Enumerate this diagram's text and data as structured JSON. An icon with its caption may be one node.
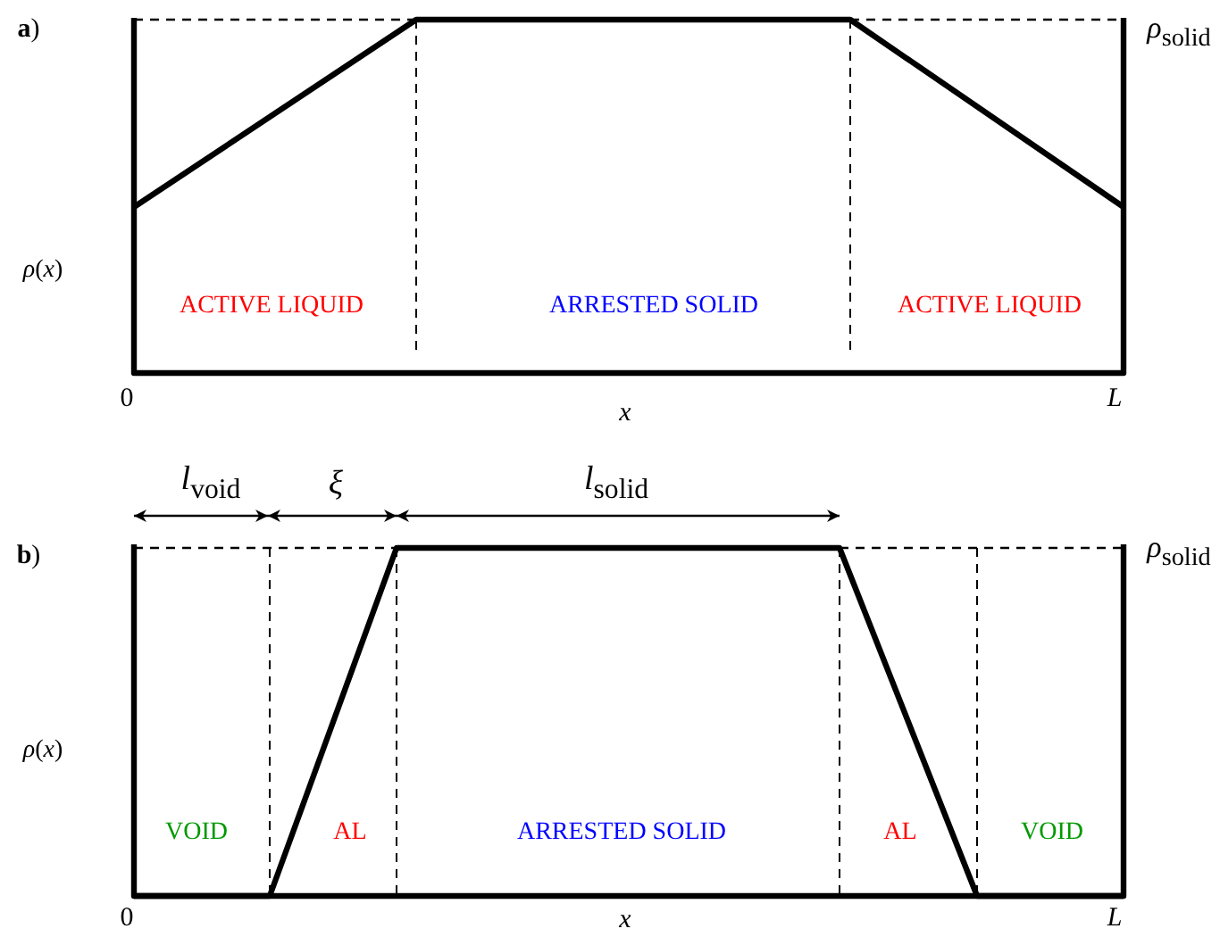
{
  "diagram": {
    "labels": [
      "**a**)",
      "*ρ*$_{solid}$",
      "*ρ*(*x*)",
      "ACTIVE LIQUID",
      "ARRESTED SOLID",
      "ACTIVE LIQUID",
      "0",
      "L",
      "x",
      "*l*$_{void}$",
      "ξ",
      "*l*$_{solid}$",
      "**b**)",
      "*ρ*$_{solid}$",
      "*ρ*(*x*)",
      "VOID",
      "AL",
      "ARRESTED SOLID",
      "AL",
      "VOID",
      "0",
      "x",
      "L"
    ]
  }
}
